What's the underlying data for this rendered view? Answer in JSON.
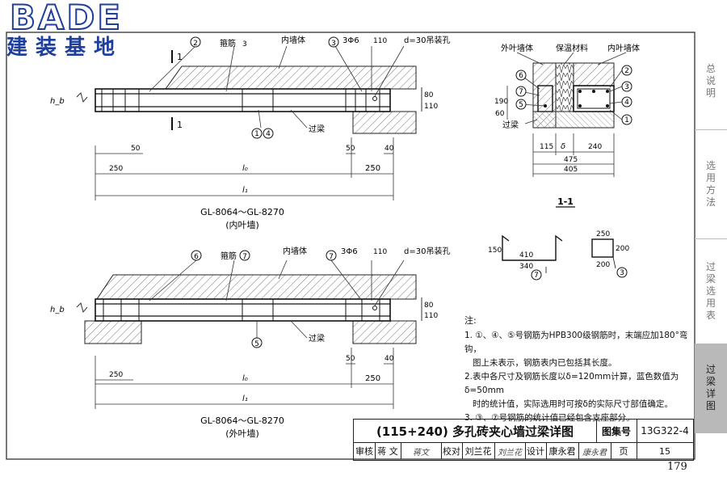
{
  "logo": {
    "brand": "BADE",
    "subtitle": "建装基地"
  },
  "sidebar": [
    {
      "label": "总说明",
      "active": false
    },
    {
      "label": "选用方法",
      "active": false
    },
    {
      "label": "过梁选用表",
      "active": false
    },
    {
      "label": "过梁详图",
      "active": true
    }
  ],
  "top_detail": {
    "callouts": [
      "2",
      "箍筋3",
      "内墙体",
      "3",
      "3Φ6",
      "110",
      "d=30吊装孔",
      "1",
      "1",
      "4",
      "过梁",
      "80",
      "110"
    ],
    "labels": {
      "num2": "2",
      "stirrup": "箍筋",
      "stirrup_num": "3",
      "wall": "内墙体",
      "num3": "3",
      "bars": "3Φ6",
      "dim110": "110",
      "hole": "d=30吊装孔",
      "num1": "1",
      "num4": "4",
      "lintel": "过梁",
      "dim80": "80",
      "dim110v": "110",
      "sec": "1"
    },
    "dims": {
      "d50a": "50",
      "d50b": "50",
      "d40": "40",
      "d250a": "250",
      "d250b": "250",
      "l0": "l₀",
      "l1": "l₁",
      "hb": "h_b"
    },
    "caption_line1": "GL-8064～GL-8270",
    "caption_line2": "(内叶墙)"
  },
  "bottom_detail": {
    "labels": {
      "num6": "6",
      "stirrup": "箍筋",
      "num7": "7",
      "wall": "内墙体",
      "num7b": "7",
      "bars": "3Φ6",
      "dim110": "110",
      "hole": "d=30吊装孔",
      "num5": "5",
      "lintel": "过梁",
      "dim80": "80",
      "dim110v": "110"
    },
    "dims": {
      "d50": "50",
      "d40": "40",
      "d250a": "250",
      "d250b": "250",
      "l0": "l₀",
      "l1": "l₁",
      "hb": "h_b"
    },
    "caption_line1": "GL-8064～GL-8270",
    "caption_line2": "(外叶墙)"
  },
  "section": {
    "labels": {
      "outer_wall": "外叶墙体",
      "insulation": "保温材料",
      "inner_wall": "内叶墙体",
      "n6": "6",
      "n7": "7",
      "n5": "5",
      "n2": "2",
      "n3": "3",
      "n4": "4",
      "n1": "1",
      "lintel": "过梁",
      "d190": "190",
      "d60": "60"
    },
    "dims": {
      "d115": "115",
      "delta": "δ",
      "d240": "240",
      "d475": "475",
      "d405": "405"
    },
    "title": "1-1"
  },
  "bars": {
    "bar7": {
      "d150": "150",
      "d410": "410",
      "d340": "340",
      "num": "7"
    },
    "bar3": {
      "d250": "250",
      "d200v": "200",
      "d200": "200",
      "num": "3"
    }
  },
  "notes": {
    "heading": "注:",
    "items": [
      "1. ①、④、⑤号钢筋为HPB300级钢筋时，末端应加180°弯钩，",
      "图上未表示，钢筋表内已包括其长度。",
      "2.表中各尺寸及钢筋长度以δ=120mm计算，蓝色数值为δ=50mm",
      "时的统计值，实际选用时可按δ的实际尺寸部值确定。",
      "3. ③、⑦号钢筋的统计值已经包含支座部分。"
    ]
  },
  "titleblock": {
    "title": "(115+240) 多孔砖夹心墙过梁详图",
    "atlas_label": "图集号",
    "atlas_value": "13G322-4",
    "review_label": "审核",
    "reviewer": "蒋 文",
    "reviewer_sig": "蒋文",
    "check_label": "校对",
    "checker": "刘兰花",
    "checker_sig": "刘兰花",
    "design_label": "设计",
    "designer": "康永君",
    "designer_sig": "康永君",
    "page_label": "页",
    "page_value": "15"
  },
  "page_number": "179"
}
